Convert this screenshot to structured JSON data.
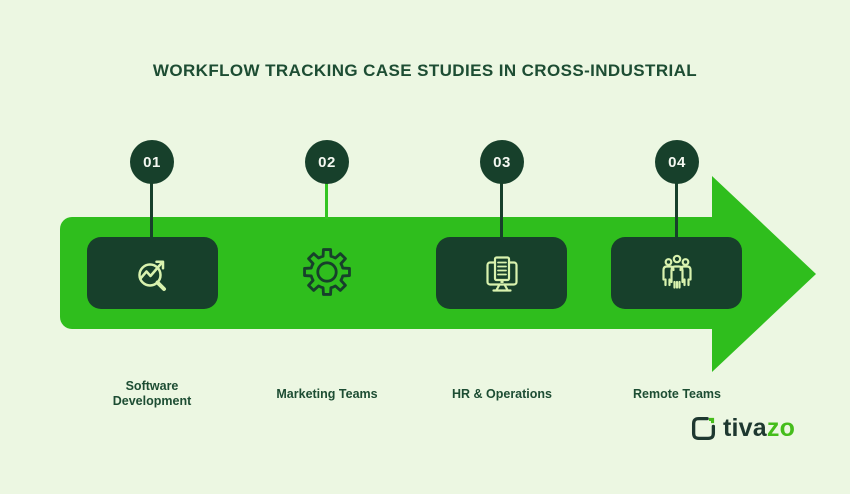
{
  "title": "WORKFLOW TRACKING CASE STUDIES IN CROSS-INDUSTRIAL",
  "steps": [
    {
      "number": "01",
      "label": "Software Development",
      "icon": "magnifier-trend-icon"
    },
    {
      "number": "02",
      "label": "Marketing Teams",
      "icon": "gear-icon"
    },
    {
      "number": "03",
      "label": "HR & Operations",
      "icon": "monitor-document-icon"
    },
    {
      "number": "04",
      "label": "Remote Teams",
      "icon": "team-group-icon"
    }
  ],
  "logo": {
    "name": "tivazo",
    "text_dark": "tiva",
    "text_green": "zo"
  },
  "colors": {
    "background": "#ecf7e2",
    "arrow_green": "#2fbe1d",
    "dark_green": "#17402b",
    "icon_light_green": "#d9f2ae",
    "title_green": "#1d4d33",
    "logo_green": "#45bd1b"
  }
}
